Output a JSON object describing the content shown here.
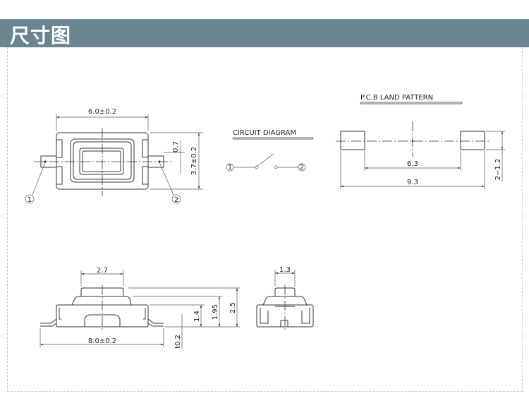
{
  "header": {
    "title": "尺寸图"
  },
  "top_view": {
    "width_dim": "6.0±0.2",
    "offset_dim": "0.7",
    "height_dim": "3.7±0.2",
    "pin1": "1",
    "pin2": "2"
  },
  "circuit": {
    "title": "CIRCUIT DIAGRAM",
    "pin1": "1",
    "pin2": "2"
  },
  "pcb": {
    "title": "P.C.B LAND PATTERN",
    "inner_dim": "6.3",
    "outer_dim": "9.3",
    "pad_dim": "2−1.2"
  },
  "side_view": {
    "plunger_dim": "2.7",
    "length_dim": "8.0±0.2",
    "h1": "1.4",
    "h2": "1.95",
    "h3": "2.5",
    "thickness": "t0.2"
  },
  "end_view": {
    "plunger_dim": "1.3"
  }
}
